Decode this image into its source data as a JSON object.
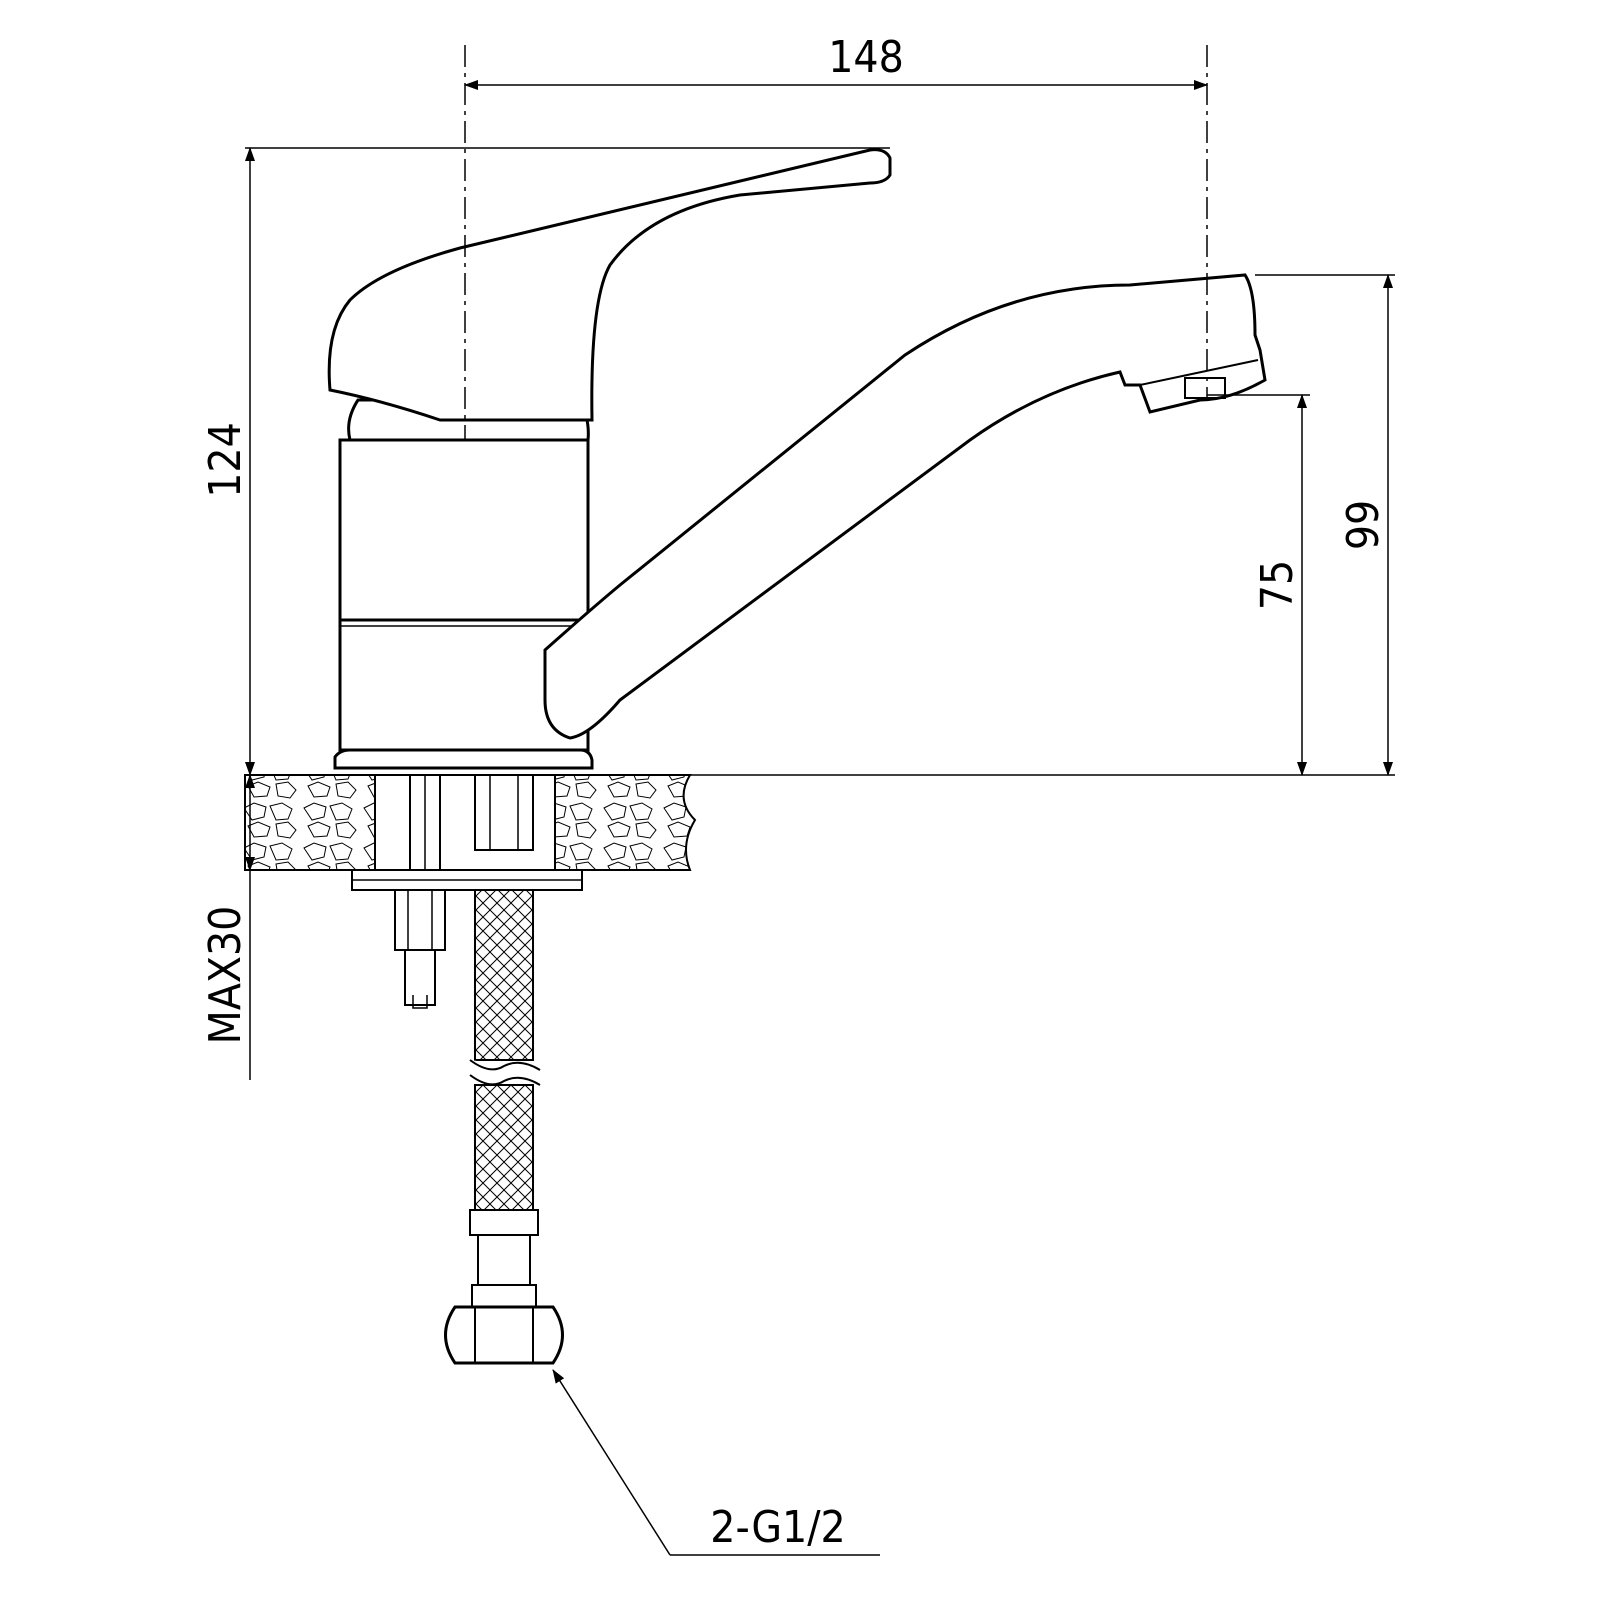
{
  "dimensions": {
    "overall_length": "148",
    "overall_height": "124",
    "spout_outlet_height": "75",
    "spout_top_height": "99",
    "max_countertop": "MAX30",
    "connection": "2-G1/2"
  },
  "colors": {
    "line": "#000000",
    "background": "#ffffff"
  }
}
